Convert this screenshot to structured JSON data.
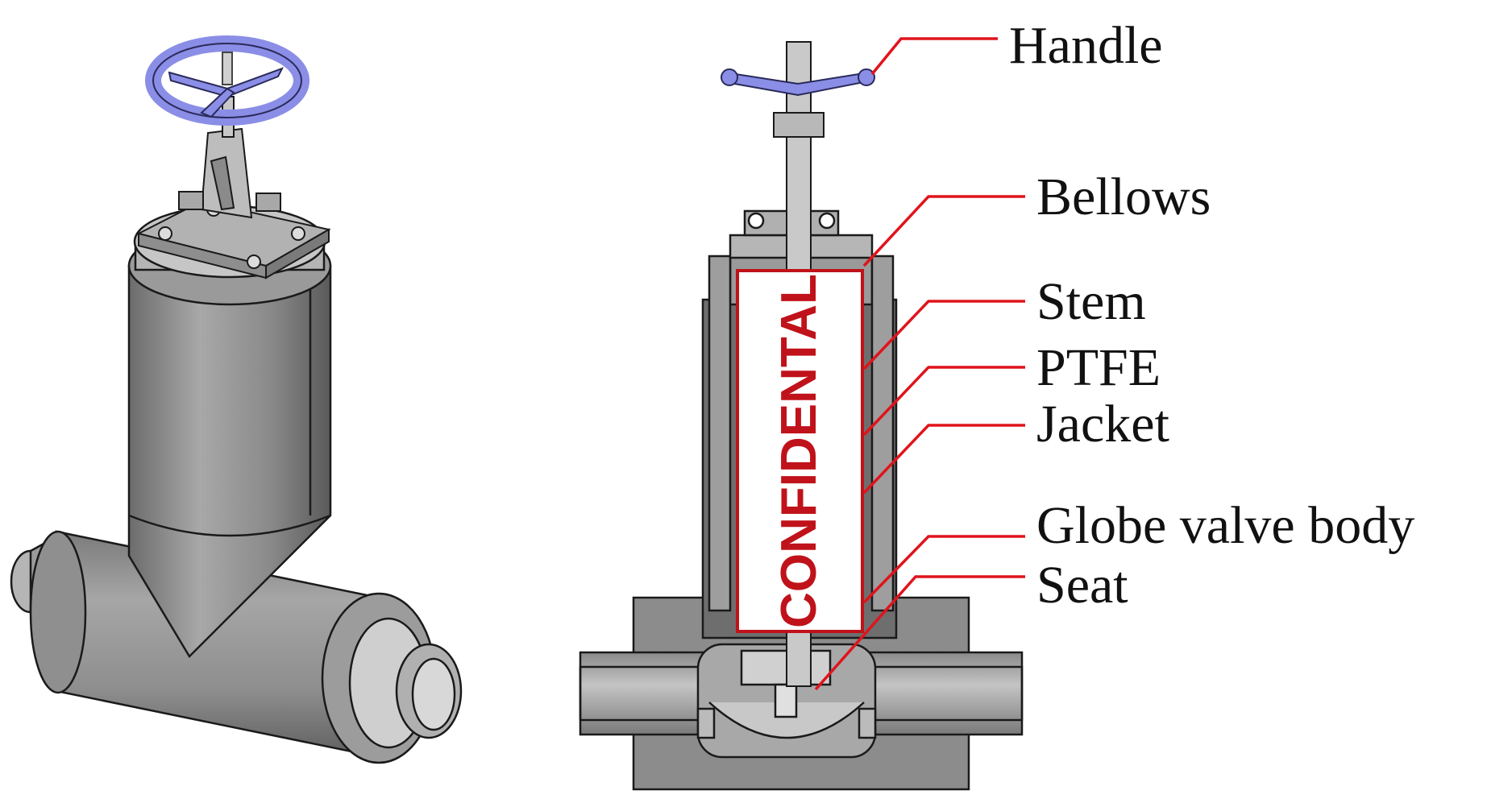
{
  "labels": {
    "handle": "Handle",
    "bellows": "Bellows",
    "stem": "Stem",
    "ptfe": "PTFE",
    "jacket": "Jacket",
    "globe_valve_body": "Globe valve body",
    "seat": "Seat"
  },
  "stamp": {
    "text": "CONFIDENTAL"
  },
  "colors": {
    "leader": "#e0141c",
    "stamp": "#c0121a",
    "handle": "#8a8ee6",
    "body": "#8c8c8c",
    "body_dark": "#5e5e5e",
    "body_light": "#c2c2c2",
    "outline": "#1a1a1a"
  }
}
